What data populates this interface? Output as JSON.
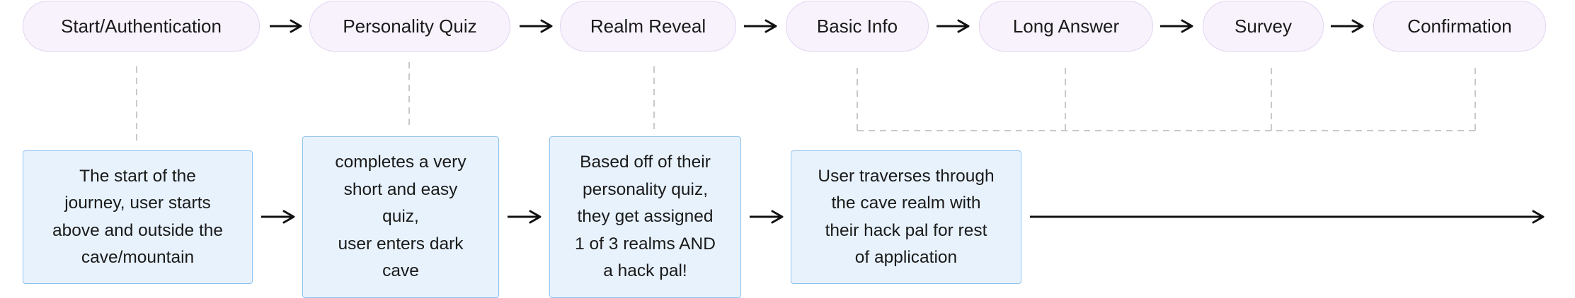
{
  "stages": [
    {
      "id": "start",
      "label": "Start/Authentication"
    },
    {
      "id": "quiz",
      "label": "Personality Quiz"
    },
    {
      "id": "realm",
      "label": "Realm Reveal"
    },
    {
      "id": "basic",
      "label": "Basic Info"
    },
    {
      "id": "long",
      "label": "Long Answer"
    },
    {
      "id": "survey",
      "label": "Survey"
    },
    {
      "id": "confirm",
      "label": "Confirmation"
    }
  ],
  "descriptions": [
    {
      "id": "start",
      "text": "The start of the\njourney, user starts\nabove and outside the\ncave/mountain"
    },
    {
      "id": "quiz",
      "text": "completes a very\nshort and easy\nquiz,\nuser enters dark\ncave"
    },
    {
      "id": "realm",
      "text": "Based off of their\npersonality quiz,\nthey get assigned\n1 of 3 realms AND\na hack pal!"
    },
    {
      "id": "cave",
      "text": "User traverses through\nthe cave realm with\ntheir hack pal for rest\nof application"
    }
  ],
  "colors": {
    "pill_fill": "#f8f2fc",
    "pill_border": "#e3d4f2",
    "card_fill": "#e8f2fd",
    "card_border": "#8ec3ee",
    "arrow": "#111111",
    "connector": "#c9c9c9"
  }
}
